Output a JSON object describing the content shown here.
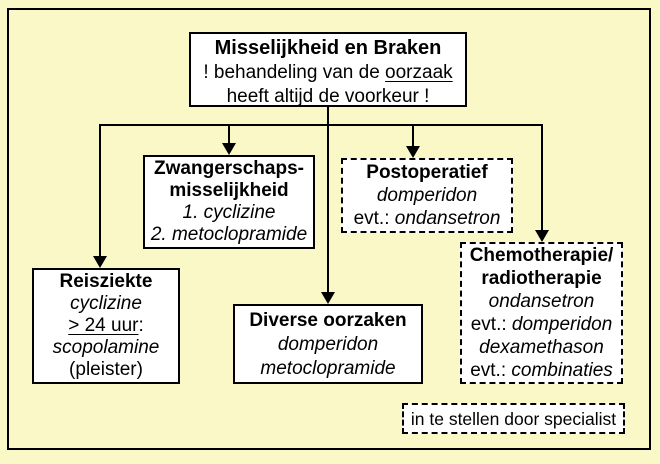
{
  "colors": {
    "background": "#FAF8C6",
    "box_fill": "#FFFFFF",
    "line_and_text": "#000000"
  },
  "top_box": {
    "title": "Misselijkheid en Braken",
    "line2_prefix": "! behandeling van de ",
    "line2_underlined": "oorzaak",
    "line3_prefix": "heeft ",
    "line3_underlined": "altijd",
    "line3_suffix": " de voorkeur !"
  },
  "reisziekte": {
    "title": "Reisziekte",
    "drug_first_choice": "cyclizine",
    "duration_underlined": "> 24 uur",
    "duration_suffix": ":",
    "drug_second_choice": "scopolamine",
    "form_note": "(pleister)"
  },
  "zwangerschap": {
    "title_line1": "Zwangerschaps-",
    "title_line2": "misselijkheid",
    "option1": "1. cyclizine",
    "option2": "2. metoclopramide"
  },
  "diverse": {
    "title": "Diverse oorzaken",
    "drug1": "domperidon",
    "drug2": "metoclopramide"
  },
  "postoperatief": {
    "title": "Postoperatief",
    "drug1": "domperidon",
    "evt_prefix": "evt.: ",
    "evt_drug": "ondansetron"
  },
  "chemo_radio": {
    "title_line1": "Chemotherapie/",
    "title_line2": "radiotherapie",
    "drug1": "ondansetron",
    "evt1_prefix": "evt.: ",
    "evt1_drug": "domperidon",
    "drug2": "dexamethason",
    "evt2_prefix": "evt.: ",
    "evt2_drug": "combinaties"
  },
  "specialist_note": {
    "text": "in te stellen door specialist"
  }
}
